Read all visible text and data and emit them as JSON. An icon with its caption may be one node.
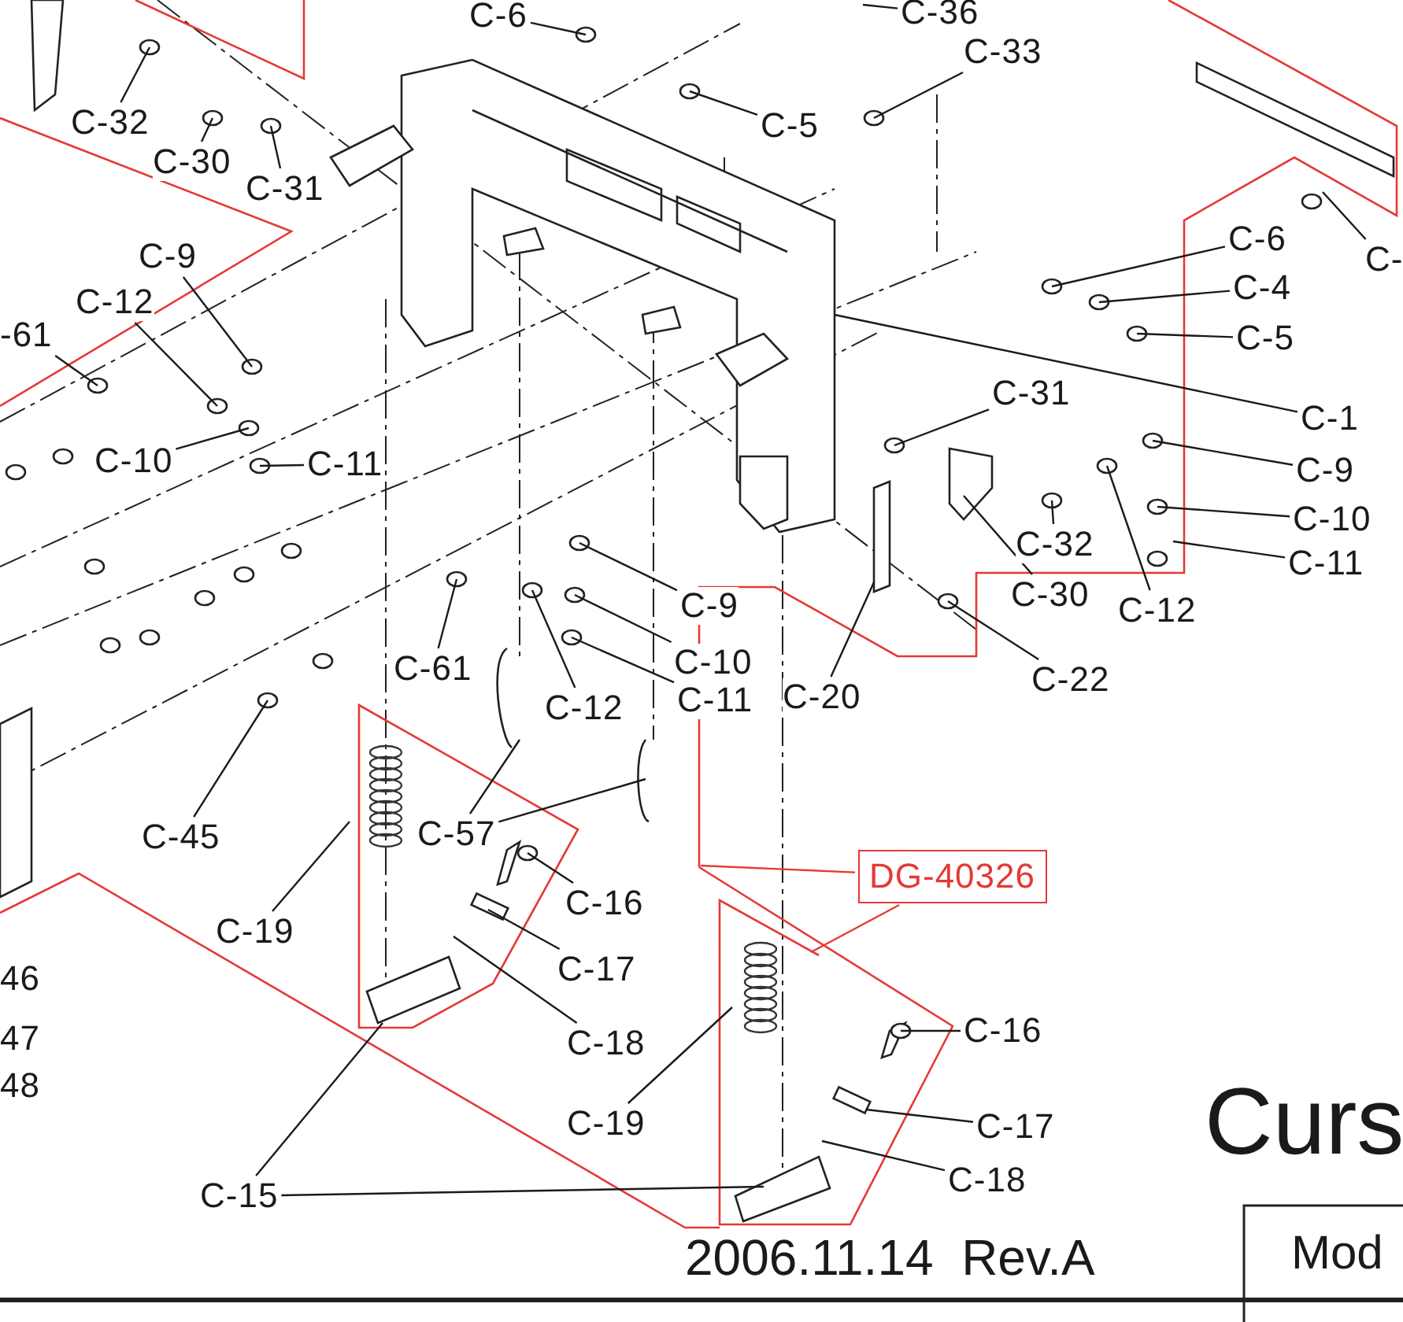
{
  "diagram": {
    "nodes": [
      {
        "text": [
          "C-6"
        ]
      },
      {
        "text": [
          "C-36"
        ]
      },
      {
        "text": [
          "C-33"
        ]
      },
      {
        "text": [
          "C-5"
        ]
      },
      {
        "text": [
          "C-32"
        ]
      },
      {
        "text": [
          "C-30"
        ]
      },
      {
        "text": [
          "C-31"
        ]
      },
      {
        "text": [
          "C-"
        ]
      },
      {
        "text": [
          "C-6"
        ]
      },
      {
        "text": [
          "C-4"
        ]
      },
      {
        "text": [
          "C-5"
        ]
      },
      {
        "text": [
          "-61"
        ]
      },
      {
        "text": [
          "C-12"
        ]
      },
      {
        "text": [
          "C-9"
        ]
      },
      {
        "text": [
          "C-10"
        ]
      },
      {
        "text": [
          "C-11"
        ]
      },
      {
        "text": [
          "C-1"
        ]
      },
      {
        "text": [
          "C-31"
        ]
      },
      {
        "text": [
          "C-9"
        ]
      },
      {
        "text": [
          "C-10"
        ]
      },
      {
        "text": [
          "C-32"
        ]
      },
      {
        "text": [
          "C-11"
        ]
      },
      {
        "text": [
          "C-30"
        ]
      },
      {
        "text": [
          "C-12"
        ]
      },
      {
        "text": [
          "C-9"
        ]
      },
      {
        "text": [
          "C-61"
        ]
      },
      {
        "text": [
          "C-10"
        ]
      },
      {
        "text": [
          "C-12"
        ]
      },
      {
        "text": [
          "C-11"
        ]
      },
      {
        "text": [
          "C-20"
        ]
      },
      {
        "text": [
          "C-22"
        ]
      },
      {
        "text": [
          "C-45"
        ]
      },
      {
        "text": [
          "C-57"
        ]
      },
      {
        "text": [
          "C-19"
        ]
      },
      {
        "text": [
          "C-16"
        ]
      },
      {
        "text": [
          "C-17"
        ]
      },
      {
        "text": [
          "C-18"
        ]
      },
      {
        "text": [
          "DG-40326"
        ]
      },
      {
        "text": [
          "C-16"
        ]
      },
      {
        "text": [
          "C-19"
        ]
      },
      {
        "text": [
          "C-17"
        ]
      },
      {
        "text": [
          "C-18"
        ]
      },
      {
        "text": [
          "C-15"
        ]
      },
      {
        "text": [
          "46"
        ]
      },
      {
        "text": [
          "47"
        ]
      },
      {
        "text": [
          "48"
        ]
      }
    ],
    "edges": [
      {
        "from": 0,
        "to": null,
        "arrow": "none"
      },
      {
        "from": 1,
        "to": null,
        "arrow": "none"
      },
      {
        "from": 2,
        "to": null,
        "arrow": "none"
      },
      {
        "from": 3,
        "to": null,
        "arrow": "none"
      },
      {
        "from": 4,
        "to": null,
        "arrow": "none"
      },
      {
        "from": 5,
        "to": null,
        "arrow": "none"
      },
      {
        "from": 6,
        "to": null,
        "arrow": "none"
      },
      {
        "from": 7,
        "to": null,
        "arrow": "none"
      },
      {
        "from": 8,
        "to": null,
        "arrow": "none"
      },
      {
        "from": 9,
        "to": null,
        "arrow": "none"
      },
      {
        "from": 10,
        "to": null,
        "arrow": "none"
      },
      {
        "from": 11,
        "to": null,
        "arrow": "none"
      },
      {
        "from": 12,
        "to": null,
        "arrow": "none"
      },
      {
        "from": 13,
        "to": null,
        "arrow": "none"
      },
      {
        "from": 14,
        "to": null,
        "arrow": "none"
      },
      {
        "from": 15,
        "to": null,
        "arrow": "none"
      },
      {
        "from": 16,
        "to": null,
        "arrow": "none"
      },
      {
        "from": 17,
        "to": null,
        "arrow": "none"
      },
      {
        "from": 18,
        "to": null,
        "arrow": "none"
      },
      {
        "from": 19,
        "to": null,
        "arrow": "none"
      },
      {
        "from": 20,
        "to": null,
        "arrow": "none"
      },
      {
        "from": 21,
        "to": null,
        "arrow": "none"
      },
      {
        "from": 22,
        "to": null,
        "arrow": "none"
      },
      {
        "from": 23,
        "to": null,
        "arrow": "none"
      },
      {
        "from": 24,
        "to": null,
        "arrow": "none"
      },
      {
        "from": 25,
        "to": null,
        "arrow": "none"
      },
      {
        "from": 26,
        "to": null,
        "arrow": "none"
      },
      {
        "from": 27,
        "to": null,
        "arrow": "none"
      },
      {
        "from": 28,
        "to": null,
        "arrow": "none"
      },
      {
        "from": 29,
        "to": null,
        "arrow": "none"
      },
      {
        "from": 30,
        "to": null,
        "arrow": "none"
      },
      {
        "from": 31,
        "to": null,
        "arrow": "none"
      },
      {
        "from": 32,
        "to": null,
        "arrow": "none"
      },
      {
        "from": 32,
        "to": null,
        "arrow": "none"
      },
      {
        "from": 33,
        "to": null,
        "arrow": "none"
      },
      {
        "from": 34,
        "to": null,
        "arrow": "none"
      },
      {
        "from": 35,
        "to": null,
        "arrow": "none"
      },
      {
        "from": 36,
        "to": null,
        "arrow": "none"
      },
      {
        "from": 37,
        "to": null,
        "arrow": "none",
        "color": "#e53935"
      },
      {
        "from": 37,
        "to": null,
        "arrow": "none",
        "color": "#e53935"
      },
      {
        "from": 38,
        "to": null,
        "arrow": "none"
      },
      {
        "from": 39,
        "to": null,
        "arrow": "none"
      },
      {
        "from": 40,
        "to": null,
        "arrow": "none"
      },
      {
        "from": 41,
        "to": null,
        "arrow": "none"
      },
      {
        "from": 42,
        "to": null,
        "arrow": "none"
      },
      {
        "from": 42,
        "to": null,
        "arrow": "none"
      }
    ],
    "labels": [
      "Curs",
      "2006.11.14  Rev.A",
      "Mod"
    ]
  }
}
